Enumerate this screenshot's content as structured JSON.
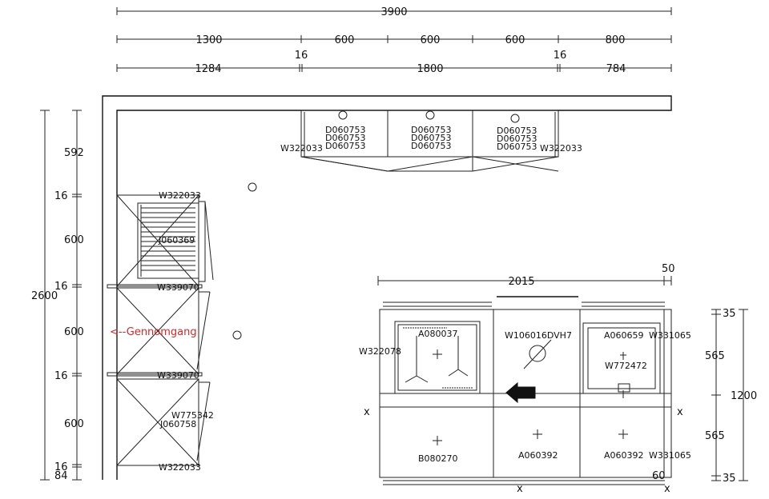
{
  "top_dims": {
    "total": "3900",
    "row2": [
      "1300",
      "600",
      "600",
      "600",
      "800"
    ],
    "row3_gap_left": "16",
    "row3_gap_right": "16",
    "row3": [
      "1284",
      "1800",
      "784"
    ]
  },
  "left_dims": {
    "total": "2600",
    "segments": [
      "592",
      "16",
      "600",
      "16",
      "600",
      "16",
      "600",
      "16",
      "84"
    ]
  },
  "top_wall_codes": {
    "left_end": "W322033",
    "right_end": "W322033",
    "col1": [
      "D060753",
      "D060753",
      "D060753"
    ],
    "col2": [
      "D060753",
      "D060753",
      "D060753"
    ],
    "col3": [
      "D060753",
      "D060753",
      "D060753"
    ]
  },
  "left_wall_codes": {
    "top": "W322033",
    "fridge": "J060369",
    "div1": "W339070",
    "corridor": "<--Gennomgang",
    "div2": "W339070",
    "lower_a": "W775342",
    "lower_b": "J060758",
    "bottom": "W322033"
  },
  "island": {
    "width_dim": "2015",
    "offset_dim": "50",
    "left_side": "W322078",
    "hob": "A080037",
    "hood": "W106016DVH7",
    "sink": "A060659",
    "tap": "W772472",
    "right_top": "W331065",
    "right_bottom": "W331065",
    "base_left": "B080270",
    "base_mid": "A060392",
    "base_right": "A060392",
    "corner_dim": "60",
    "x_mark": "x"
  },
  "right_dims": {
    "total": "1200",
    "segments": [
      "35",
      "565",
      "565",
      "35"
    ]
  }
}
